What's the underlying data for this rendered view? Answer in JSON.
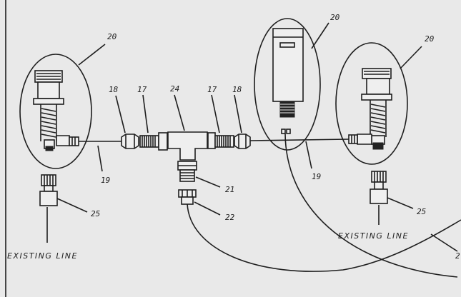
{
  "callouts": {
    "valve_left": "20",
    "valve_center": "20",
    "valve_right": "20",
    "nut_left": "18",
    "nut_right": "18",
    "fitting_left": "17",
    "fitting_right": "17",
    "tee": "24",
    "tube_left": "19",
    "tube_right": "19",
    "adapter": "21",
    "coupler": "22",
    "cap_left": "25",
    "cap_right": "25",
    "edge": "2"
  },
  "captions": {
    "existing_line_left": "EXISTING LINE",
    "existing_line_right": "EXISTING LINE"
  }
}
